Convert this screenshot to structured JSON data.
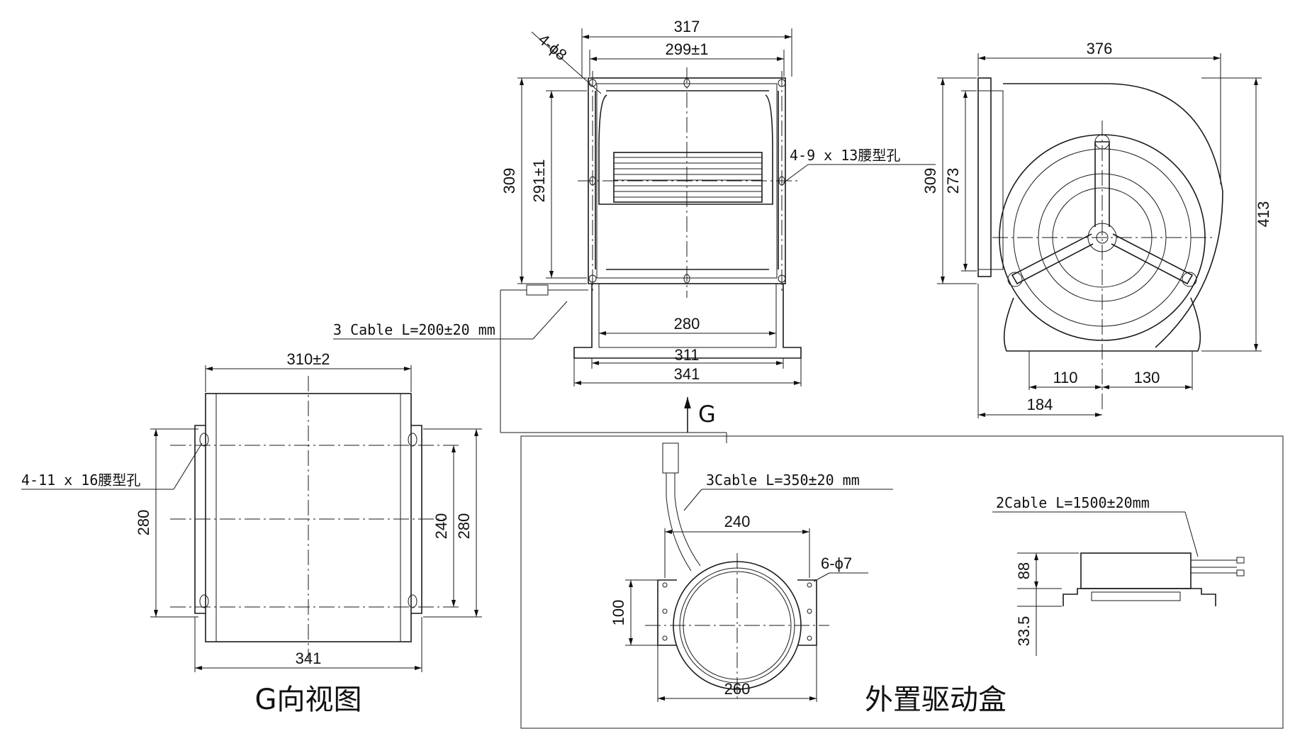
{
  "front_view": {
    "width_overall": "317",
    "hole_spacing_top": "299±1",
    "flange_holes": "4-ϕ8",
    "height_overall": "309",
    "hole_spacing_side": "291±1",
    "slot_holes": "4-9 x 13腰型孔",
    "base_inner": "280",
    "base_mid": "311",
    "base_outer": "341",
    "cable_note": "3 Cable L=200±20 mm",
    "view_arrow": "G"
  },
  "side_view": {
    "depth": "376",
    "height_outer": "309",
    "height_inner": "273",
    "total_height": "413",
    "foot_left": "110",
    "foot_right": "130",
    "offset": "184"
  },
  "g_view": {
    "top_width": "310±2",
    "slot_holes": "4-11 x 16腰型孔",
    "left_height": "280",
    "inner_height": "240",
    "right_height": "280",
    "bottom_width": "341",
    "caption": "G向视图"
  },
  "driver_box": {
    "cable_note": "3Cable L=350±20 mm",
    "hole_spacing": "240",
    "holes": "6-ϕ7",
    "side_dim": "100",
    "ring_dim": "260",
    "cable2_note": "2Cable L=1500±20mm",
    "height": "88",
    "foot_height": "33.5",
    "caption": "外置驱动盒"
  }
}
